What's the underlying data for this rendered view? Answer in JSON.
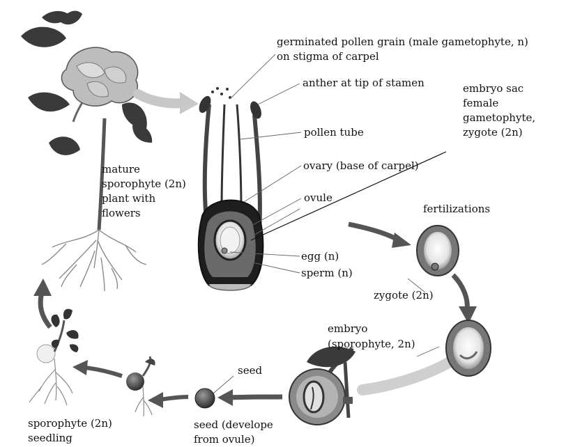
{
  "labels": {
    "germinated_pollen": [
      "germinated pollen grain  (male gametophyte, n)",
      "on stigma of carpel"
    ],
    "anther": "anther at tip of stamen",
    "embryo_sac": [
      "embryo sac",
      "female",
      "gametophyte,",
      "zygote (2n)"
    ],
    "pollen_tube": "pollen tube",
    "ovary": "ovary  (base of carpel)",
    "mature_sporophyte": [
      "mature",
      "sporophyte (2n)",
      "plant with",
      "flowers"
    ],
    "ovule": "ovule",
    "fertilizations": "fertilizations",
    "egg": "egg (n)",
    "sperm": "sperm (n)",
    "zygote": "zygote (2n)",
    "embryo": [
      "embryo",
      "(sporophyte, 2n)"
    ],
    "seed": "seed",
    "seed_develope": [
      "seed  (develope",
      "from ovule)"
    ],
    "seedling": [
      "sporophyte (2n)",
      "seedling"
    ]
  },
  "colors": {
    "arrow": "#555555",
    "light_arrow": "#c8c8c8",
    "outline": "#222222",
    "leaf": "#3a3a3a",
    "petal": "#b8b8b8",
    "root": "#8a8a8a"
  }
}
